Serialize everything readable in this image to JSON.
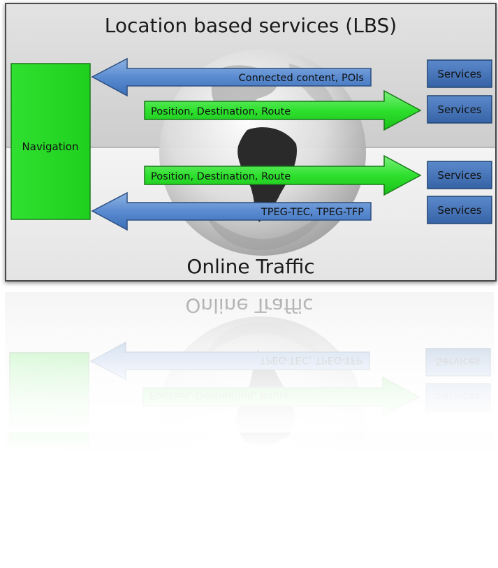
{
  "title_top": "Location based services (LBS)",
  "title_bottom": "Online Traffic",
  "navigation_label": "Navigation",
  "arrows": {
    "lbs_incoming": "Connected content, POIs",
    "lbs_outgoing": "Position, Destination, Route",
    "traffic_outgoing": "Position, Destination, Route",
    "traffic_incoming": "TPEG-TEC, TPEG-TFP"
  },
  "services": [
    "Services",
    "Services",
    "Services",
    "Services"
  ],
  "colors": {
    "top_band": "#d2d2d2",
    "bottom_band": "#ececec",
    "navigation_green": "#22dd22",
    "arrow_blue": "#4f81bd",
    "arrow_green": "#33dd33",
    "service_blue": "#3f6fae"
  }
}
